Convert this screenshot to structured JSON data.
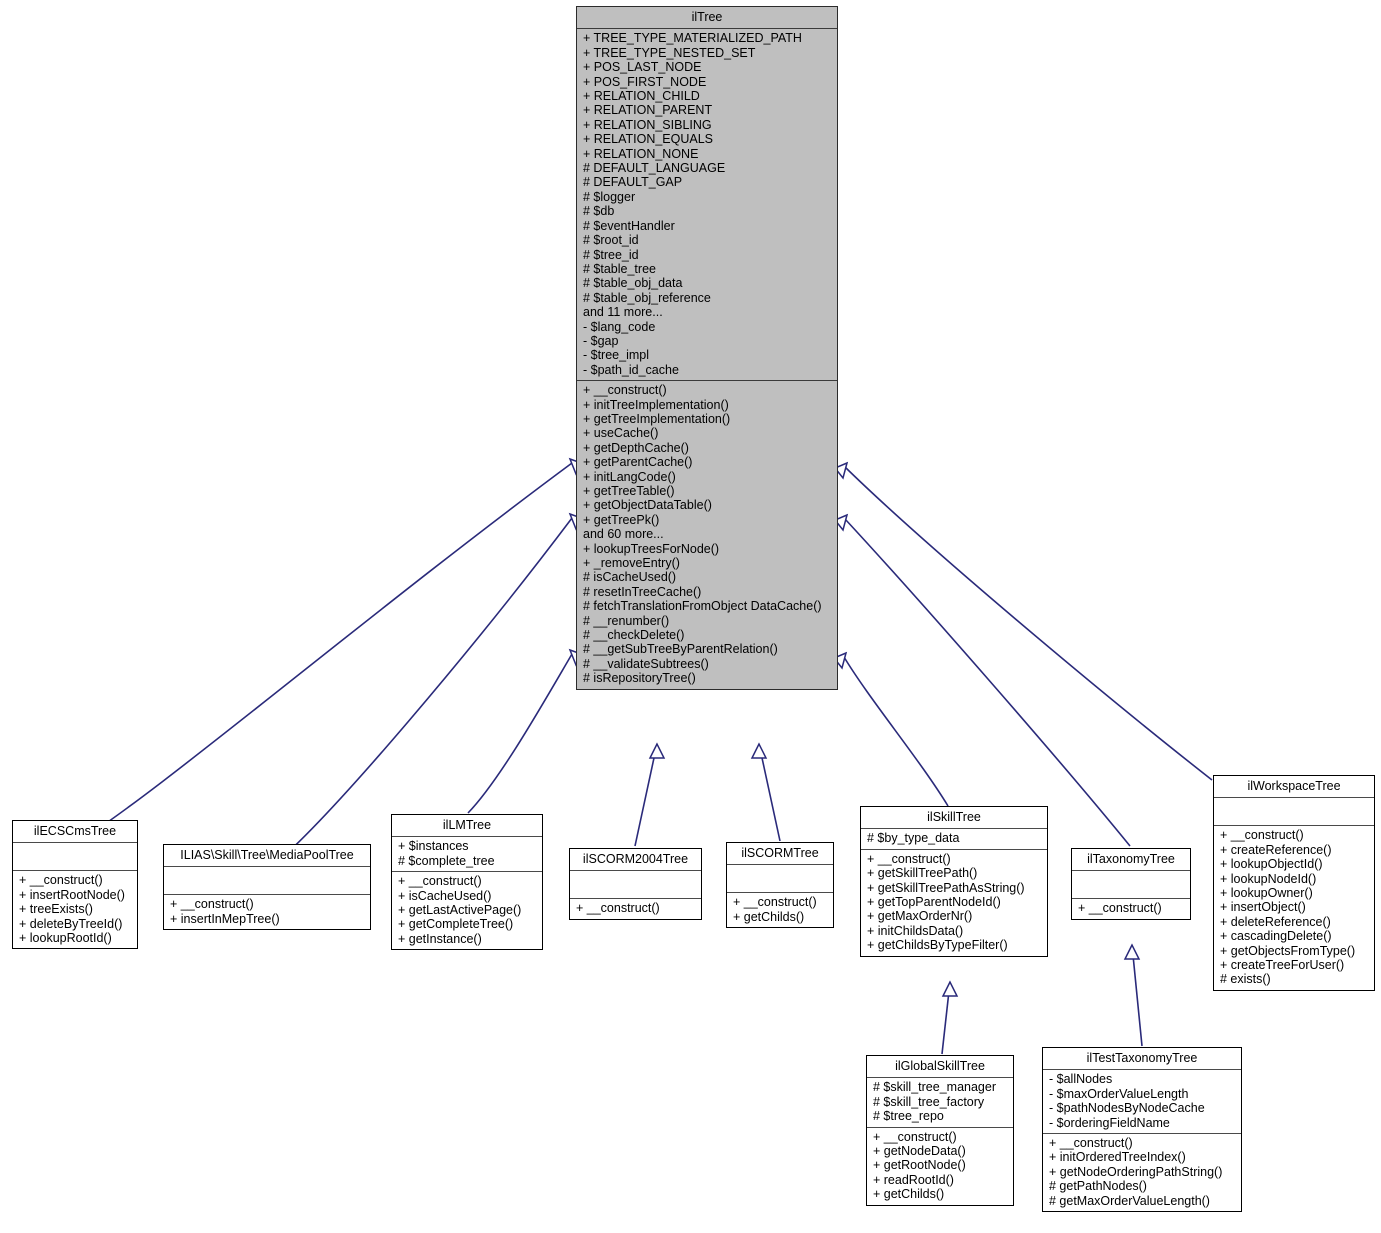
{
  "diagram": {
    "kind": "uml-class-inheritance-diagram",
    "root_fill": "#bfbfbf",
    "node_fill": "#ffffff",
    "border_color": "#000000",
    "edge_color": "#2a2a7a"
  },
  "nodes": {
    "ilTree": {
      "title": "ilTree",
      "attributes": [
        "+ TREE_TYPE_MATERIALIZED_PATH",
        "+ TREE_TYPE_NESTED_SET",
        "+ POS_LAST_NODE",
        "+ POS_FIRST_NODE",
        "+ RELATION_CHILD",
        "+ RELATION_PARENT",
        "+ RELATION_SIBLING",
        "+ RELATION_EQUALS",
        "+ RELATION_NONE",
        "# DEFAULT_LANGUAGE",
        "# DEFAULT_GAP",
        "# $logger",
        "# $db",
        "# $eventHandler",
        "# $root_id",
        "# $tree_id",
        "# $table_tree",
        "# $table_obj_data",
        "# $table_obj_reference",
        "and 11 more...",
        "- $lang_code",
        "- $gap",
        "- $tree_impl",
        "- $path_id_cache"
      ],
      "operations": [
        "+ __construct()",
        "+ initTreeImplementation()",
        "+ getTreeImplementation()",
        "+ useCache()",
        "+ getDepthCache()",
        "+ getParentCache()",
        "+ initLangCode()",
        "+ getTreeTable()",
        "+ getObjectDataTable()",
        "+ getTreePk()",
        "and 60 more...",
        "+ lookupTreesForNode()",
        "+ _removeEntry()",
        "# isCacheUsed()",
        "# resetInTreeCache()",
        "# fetchTranslationFromObject DataCache()",
        "# __renumber()",
        "# __checkDelete()",
        "# __getSubTreeByParentRelation()",
        "# __validateSubtrees()",
        "# isRepositoryTree()"
      ]
    },
    "ilECSCmsTree": {
      "title": "ilECSCmsTree",
      "attributes": [],
      "operations": [
        "+ __construct()",
        "+ insertRootNode()",
        "+ treeExists()",
        "+ deleteByTreeId()",
        "+ lookupRootId()"
      ]
    },
    "MediaPoolTree": {
      "title": "ILIAS\\Skill\\Tree\\MediaPoolTree",
      "attributes": [],
      "operations": [
        "+ __construct()",
        "+ insertInMepTree()"
      ]
    },
    "ilLMTree": {
      "title": "ilLMTree",
      "attributes": [
        "+ $instances",
        "# $complete_tree"
      ],
      "operations": [
        "+ __construct()",
        "+ isCacheUsed()",
        "+ getLastActivePage()",
        "+ getCompleteTree()",
        "+ getInstance()"
      ]
    },
    "ilSCORM2004Tree": {
      "title": "ilSCORM2004Tree",
      "attributes": [],
      "operations": [
        "+ __construct()"
      ]
    },
    "ilSCORMTree": {
      "title": "ilSCORMTree",
      "attributes": [],
      "operations": [
        "+ __construct()",
        "+ getChilds()"
      ]
    },
    "ilSkillTree": {
      "title": "ilSkillTree",
      "attributes": [
        "# $by_type_data"
      ],
      "operations": [
        "+ __construct()",
        "+ getSkillTreePath()",
        "+ getSkillTreePathAsString()",
        "+ getTopParentNodeId()",
        "+ getMaxOrderNr()",
        "+ initChildsData()",
        "+ getChildsByTypeFilter()"
      ]
    },
    "ilTaxonomyTree": {
      "title": "ilTaxonomyTree",
      "attributes": [],
      "operations": [
        "+ __construct()"
      ]
    },
    "ilWorkspaceTree": {
      "title": "ilWorkspaceTree",
      "attributes": [],
      "operations": [
        "+ __construct()",
        "+ createReference()",
        "+ lookupObjectId()",
        "+ lookupNodeId()",
        "+ lookupOwner()",
        "+ insertObject()",
        "+ deleteReference()",
        "+ cascadingDelete()",
        "+ getObjectsFromType()",
        "+ createTreeForUser()",
        "# exists()"
      ]
    },
    "ilGlobalSkillTree": {
      "title": "ilGlobalSkillTree",
      "attributes": [
        "# $skill_tree_manager",
        "# $skill_tree_factory",
        "# $tree_repo"
      ],
      "operations": [
        "+ __construct()",
        "+ getNodeData()",
        "+ getRootNode()",
        "+ readRootId()",
        "+ getChilds()"
      ]
    },
    "ilTestTaxonomyTree": {
      "title": "ilTestTaxonomyTree",
      "attributes": [
        "- $allNodes",
        "- $maxOrderValueLength",
        "- $pathNodesByNodeCache",
        "- $orderingFieldName"
      ],
      "operations": [
        "+ __construct()",
        "+ initOrderedTreeIndex()",
        "+ getNodeOrderingPathString()",
        "# getPathNodes()",
        "# getMaxOrderValueLength()"
      ]
    }
  },
  "edges": [
    {
      "from": "ilECSCmsTree",
      "to": "ilTree",
      "relation": "generalization"
    },
    {
      "from": "MediaPoolTree",
      "to": "ilTree",
      "relation": "generalization"
    },
    {
      "from": "ilLMTree",
      "to": "ilTree",
      "relation": "generalization"
    },
    {
      "from": "ilSCORM2004Tree",
      "to": "ilTree",
      "relation": "generalization"
    },
    {
      "from": "ilSCORMTree",
      "to": "ilTree",
      "relation": "generalization"
    },
    {
      "from": "ilSkillTree",
      "to": "ilTree",
      "relation": "generalization"
    },
    {
      "from": "ilTaxonomyTree",
      "to": "ilTree",
      "relation": "generalization"
    },
    {
      "from": "ilWorkspaceTree",
      "to": "ilTree",
      "relation": "generalization"
    },
    {
      "from": "ilGlobalSkillTree",
      "to": "ilSkillTree",
      "relation": "generalization"
    },
    {
      "from": "ilTestTaxonomyTree",
      "to": "ilTaxonomyTree",
      "relation": "generalization"
    }
  ]
}
